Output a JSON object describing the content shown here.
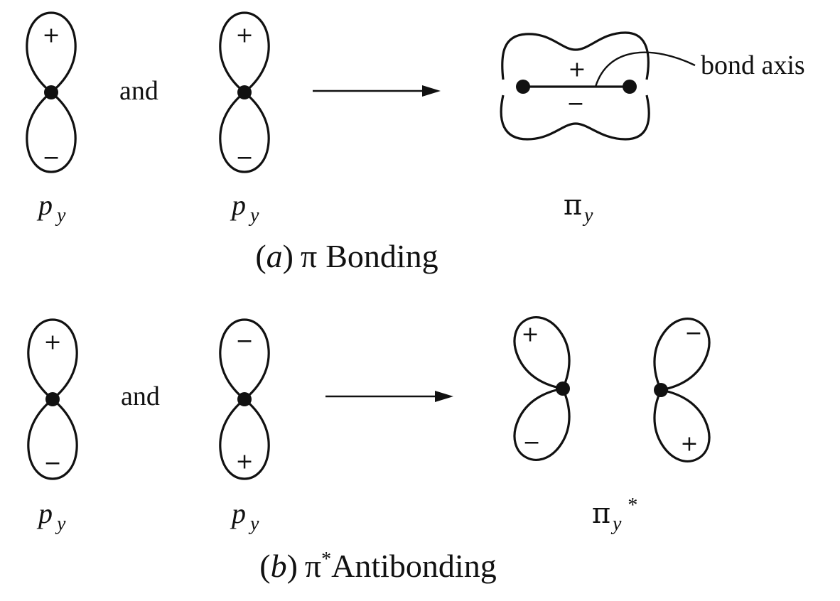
{
  "signs": {
    "plus": "+",
    "minus": "−"
  },
  "connector": "and",
  "bond_label": "bond axis",
  "orbitals": {
    "p": "p",
    "p_sub": "y",
    "pi": "π",
    "pi_sub": "y",
    "star": "*"
  },
  "captions": {
    "a": {
      "open": "(",
      "letter": "a",
      "close": ")",
      "pi": "π",
      "title": "Bonding"
    },
    "b": {
      "open": "(",
      "letter": "b",
      "close": ")",
      "pi": "π",
      "star": "*",
      "title": "Antibonding"
    }
  }
}
